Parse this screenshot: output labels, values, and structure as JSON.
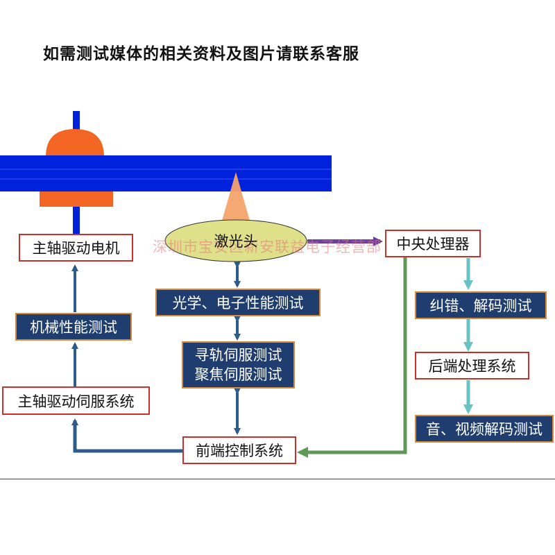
{
  "header": {
    "title": "如需测试媒体的相关资料及图片请联系客服"
  },
  "diagram": {
    "laser_head": "激光头",
    "spindle_motor": "主轴驱动电机",
    "mechanical_test": "机械性能测试",
    "spindle_servo": "主轴驱动伺服系统",
    "optical_test": "光学、电子性能测试",
    "servo_test_line1": "寻轨伺服测试",
    "servo_test_line2": "聚焦伺服测试",
    "front_end": "前端控制系统",
    "cpu": "中央处理器",
    "error_decode": "纠错、解码测试",
    "backend": "后端处理系统",
    "av_decode": "音、视频解码测试"
  },
  "watermark": "深圳市宝安区新安联益电子经营部",
  "colors": {
    "disc_blue": "#0022dd",
    "motor_orange": "#f26522",
    "laser_cone": "#f5a36c",
    "laser_ellipse": "#dfe08a",
    "dark_box": "#1f3d6e",
    "arrow_blue": "#2e5c8a",
    "arrow_purple": "#6a3fa0",
    "arrow_green": "#5e9a55",
    "arrow_teal": "#67c3c3"
  }
}
